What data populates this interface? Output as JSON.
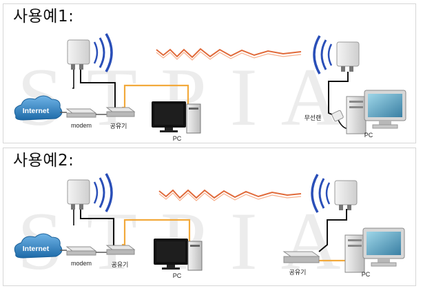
{
  "examples": [
    {
      "title": "사용예1:",
      "labels": {
        "internet": "Internet",
        "modem": "modem",
        "router": "공유기",
        "pc_left": "PC",
        "adapter": "무선랜",
        "pc_right": "PC"
      }
    },
    {
      "title": "사용예2:",
      "labels": {
        "internet": "Internet",
        "modem": "modem",
        "router": "공유기",
        "pc_left": "PC",
        "router_right": "공유기",
        "pc_right": "PC"
      }
    }
  ],
  "watermark": "STPIA",
  "colors": {
    "ethernet": "#f2a93b",
    "cable": "#111111",
    "signal_wave": "#2a4fb8",
    "link": "#e06a3a",
    "cloud": "#2f7fc0"
  }
}
